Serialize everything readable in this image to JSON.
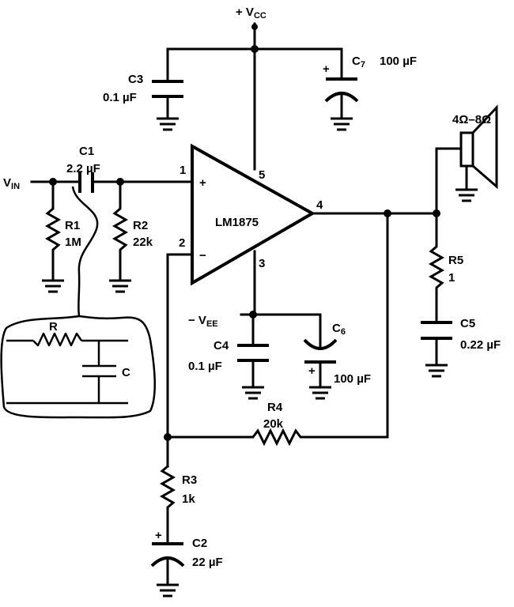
{
  "supply": {
    "vcc": "+ V",
    "vcc_sub": "CC",
    "vee": "− V",
    "vee_sub": "EE"
  },
  "input": {
    "vin": "V",
    "vin_sub": "IN"
  },
  "ic": {
    "name": "LM1875",
    "pins": {
      "p1": "1",
      "p2": "2",
      "p3": "3",
      "p4": "4",
      "p5": "5"
    },
    "plus": "+",
    "minus": "−"
  },
  "components": {
    "c1": {
      "name": "C1",
      "value": "2.2 µF"
    },
    "c2": {
      "name": "C2",
      "value": "22 µF"
    },
    "c3": {
      "name": "C3",
      "value": "0.1 µF"
    },
    "c4": {
      "name": "C4",
      "value": "0.1 µF"
    },
    "c5": {
      "name": "C5",
      "value": "0.22 µF"
    },
    "c6": {
      "name": "C",
      "name_sub": "6",
      "value": "100 µF"
    },
    "c7": {
      "name": "C",
      "name_sub": "7",
      "value": "100 µF"
    },
    "r1": {
      "name": "R1",
      "value": "1M"
    },
    "r2": {
      "name": "R2",
      "value": "22k"
    },
    "r3": {
      "name": "R3",
      "value": "1k"
    },
    "r4": {
      "name": "R4",
      "value": "20k"
    },
    "r5": {
      "name": "R5",
      "value": "1"
    }
  },
  "speaker": {
    "impedance": "4Ω–8Ω"
  },
  "annotation": {
    "r_label": "R",
    "c_label": "C"
  },
  "polarity": "+"
}
